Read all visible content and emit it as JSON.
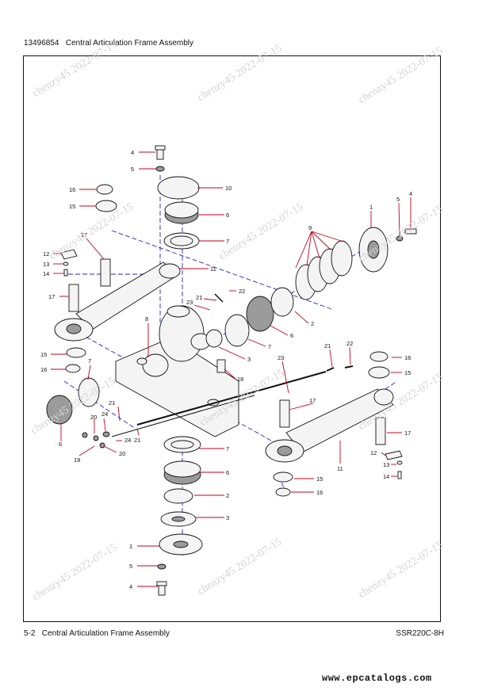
{
  "header": {
    "part_number": "13496854",
    "title": "Central Articulation Frame Assembly"
  },
  "footer": {
    "page": "5-2",
    "title": "Central Articulation Frame Assembly",
    "model": "SSR220C-8H",
    "website": "www.epcatalogs.com"
  },
  "watermark": "chenzy45 2022-07-15",
  "callouts": {
    "c4a": "4",
    "c5a": "5",
    "c10": "10",
    "c16a": "16",
    "c15a": "15",
    "c6a": "6",
    "c7a": "7",
    "c17a": "17",
    "c12a": "12",
    "c13a": "13",
    "c14a": "14",
    "c11a": "11",
    "c17b": "17",
    "c22a": "22",
    "c21a": "21",
    "c23a": "23",
    "c9": "9",
    "c1a": "1",
    "c5b": "5",
    "c4b": "4",
    "c2a": "2",
    "c6b": "6",
    "c7b": "7",
    "c3a": "3",
    "c18": "18",
    "c8": "8",
    "c15b": "15",
    "c16b": "16",
    "c7c": "7",
    "c6c": "6",
    "c20a": "20",
    "c24a": "24",
    "c24b": "24",
    "c21b": "21",
    "c21c": "21",
    "c19": "19",
    "c20b": "20",
    "c21d": "21",
    "c22b": "22",
    "c23b": "23",
    "c16c": "16",
    "c15c": "15",
    "c17c": "17",
    "c17d": "17",
    "c12b": "12",
    "c13b": "13",
    "c14b": "14",
    "c11b": "11",
    "c15d": "15",
    "c16d": "16",
    "c7d": "7",
    "c6d": "6",
    "c2b": "2",
    "c3b": "3",
    "c1b": "1",
    "c5c": "5",
    "c4c": "4"
  }
}
